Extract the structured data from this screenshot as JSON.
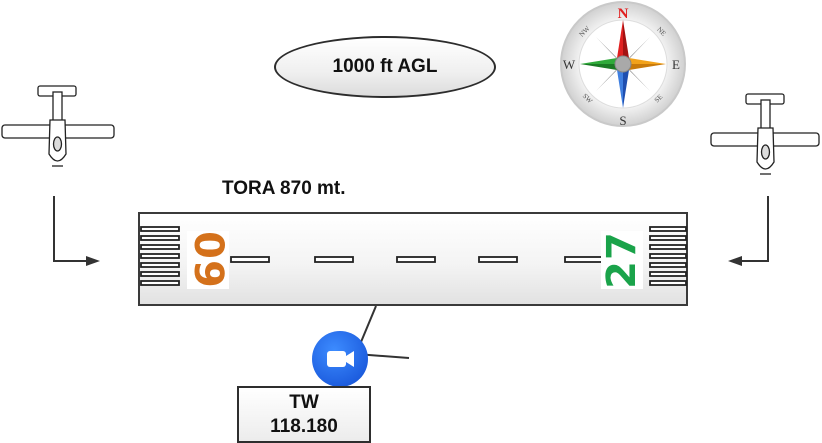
{
  "altitude_label": "1000 ft AGL",
  "tora_label": "TORA 870 mt.",
  "runway": {
    "left_designator": "09",
    "right_designator": "27",
    "left_color": "#d4711b",
    "right_color": "#1aa34a"
  },
  "tower": {
    "name": "TW",
    "frequency": "118.180"
  },
  "compass": {
    "north": "N",
    "south": "S",
    "east": "E",
    "west": "W",
    "northeast": "NE",
    "northwest": "NW",
    "southeast": "SE",
    "southwest": "SW",
    "north_color": "#e02020"
  },
  "icons": [
    "airplane-icon-left",
    "airplane-icon-right",
    "compass-rose-icon",
    "camera-icon"
  ]
}
